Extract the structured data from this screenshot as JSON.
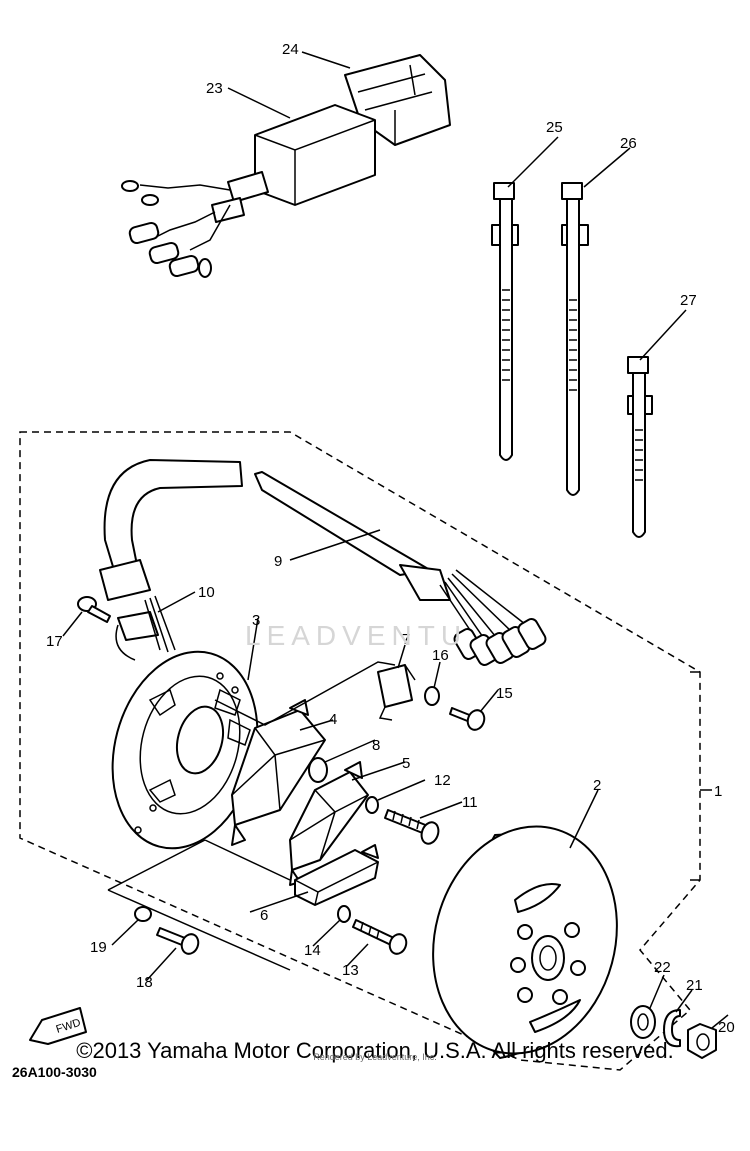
{
  "drawing_number": "26A100-3030",
  "fwd_label": "FWD",
  "watermark": "LEADVENTU",
  "watermark_sub": "Rendered by Leadventure, Inc.",
  "copyright": "©2013 Yamaha Motor Corporation, U.S.A. All rights reserved.",
  "callouts": {
    "c1": "1",
    "c2": "2",
    "c3": "3",
    "c4": "4",
    "c5": "5",
    "c6": "6",
    "c7": "7",
    "c8": "8",
    "c9": "9",
    "c10": "10",
    "c11": "11",
    "c12": "12",
    "c13": "13",
    "c14": "14",
    "c15": "15",
    "c16": "16",
    "c17": "17",
    "c18": "18",
    "c19": "19",
    "c20": "20",
    "c21": "21",
    "c22": "22",
    "c23": "23",
    "c24": "24",
    "c25": "25",
    "c26": "26",
    "c27": "27"
  }
}
